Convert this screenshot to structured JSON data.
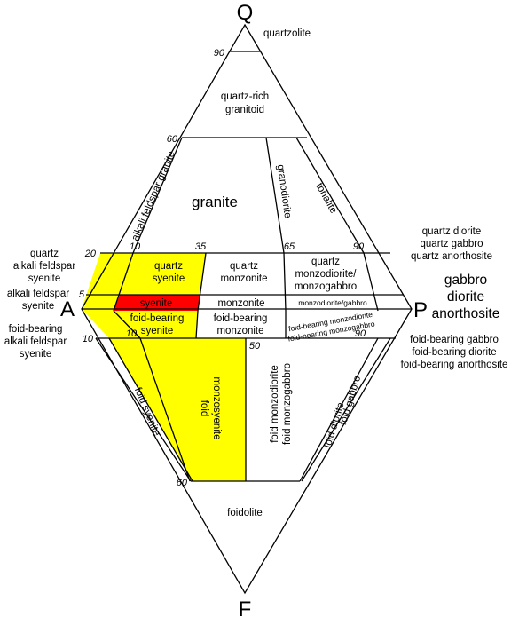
{
  "vertices": {
    "top": "Q",
    "left": "A",
    "right": "P",
    "bottom": "F"
  },
  "ticks": {
    "q90": "90",
    "q60": "60",
    "q20": "20",
    "q5": "5",
    "r10": "10",
    "r35": "35",
    "r65": "65",
    "r90": "90",
    "f10_left": "10",
    "f10_mid": "10",
    "f50": "50",
    "f90": "90",
    "f60": "60"
  },
  "fields": {
    "quartzolite": "quartzolite",
    "quartz_rich_granitoid": [
      "quartz-rich",
      "granitoid"
    ],
    "alkali_feldspar_granite": "alkali feldspar granite",
    "granite": "granite",
    "granodiorite": "granodiorite",
    "tonalite": "tonalite",
    "quartz_syenite": [
      "quartz",
      "syenite"
    ],
    "quartz_monzonite": [
      "quartz",
      "monzonite"
    ],
    "quartz_monzodiorite": [
      "quartz",
      "monzodiorite/",
      "monzogabbro"
    ],
    "syenite": "syenite",
    "monzonite": "monzonite",
    "monzodiorite_gabbro": "monzodiorite/gabbro",
    "foid_bearing_syenite": [
      "foid-bearing",
      "syenite"
    ],
    "foid_bearing_monzonite": [
      "foid-bearing",
      "monzonite"
    ],
    "foid_bearing_monzodiorite": "foid-bearing monzodiorite",
    "foid_bearing_monzogabbro": "foid-bearing monzogabbro",
    "foid_syenite": "foid syenite",
    "foid_monzosyenite": [
      "foid",
      "monzosyenite"
    ],
    "foid_monzodiorite": [
      "foid monzodiorite",
      "foid monzogabbro"
    ],
    "foid_diorite": "foid diorite",
    "foid_gabbro": "foid gabbro",
    "foidolite": "foidolite"
  },
  "outside": {
    "quartz_alkali_feldspar_syenite": [
      "quartz",
      "alkali feldspar",
      "syenite"
    ],
    "alkali_feldspar_syenite": [
      "alkali feldspar",
      "syenite"
    ],
    "foid_bearing_alkali_feldspar_syenite": [
      "foid-bearing",
      "alkali feldspar",
      "syenite"
    ],
    "quartz_diorite_group": [
      "quartz diorite",
      "quartz gabbro",
      "quartz anorthosite"
    ],
    "gabbro_group": [
      "gabbro",
      "diorite",
      "anorthosite"
    ],
    "foid_bearing_gabbro_group": [
      "foid-bearing gabbro",
      "foid-bearing diorite",
      "foid-bearing anorthosite"
    ]
  },
  "colors": {
    "highlight_yellow": "#ffff00",
    "highlight_red": "#ff0000",
    "line": "#000000",
    "background": "#ffffff"
  },
  "highlighted_fields": {
    "yellow": [
      "alkali feldspar syenite",
      "quartz syenite",
      "foid-bearing syenite",
      "foid syenite",
      "foid monzosyenite"
    ],
    "red": [
      "syenite"
    ]
  }
}
